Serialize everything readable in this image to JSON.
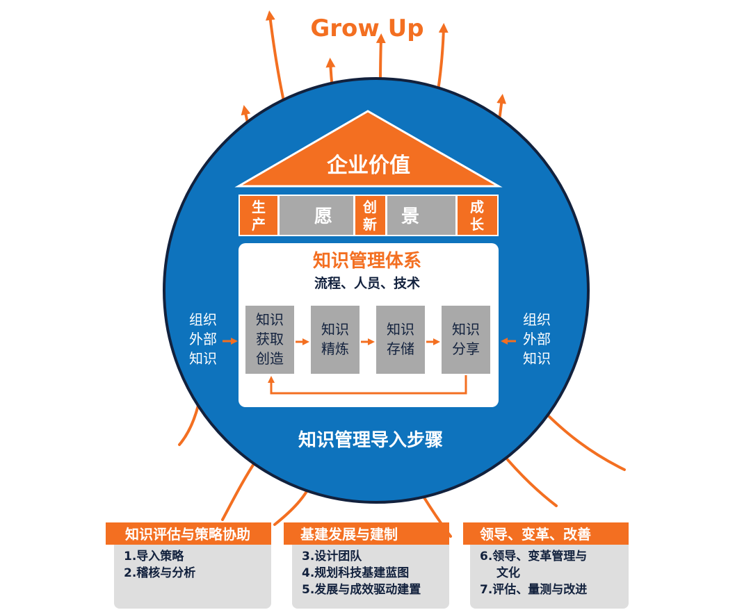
{
  "colors": {
    "orange": "#f36f21",
    "blue": "#0e73bd",
    "navy": "#12213d",
    "gray_block": "#a9a9a9",
    "card_gray": "#dedede",
    "white": "#ffffff"
  },
  "header": {
    "grow_up": "Grow Up"
  },
  "roof": {
    "title": "企业价值"
  },
  "pillars": {
    "left_top": "生",
    "left_bottom": "产",
    "wish": "愿",
    "mid_top": "创",
    "mid_bottom": "新",
    "scene": "景",
    "right_top": "成",
    "right_bottom": "长"
  },
  "km_system": {
    "title": "知识管理体系",
    "subtitle": "流程、人员、技术",
    "steps": [
      {
        "line1": "知识",
        "line2": "获取",
        "line3": "创造"
      },
      {
        "line1": "知识",
        "line2": "精炼"
      },
      {
        "line1": "知识",
        "line2": "存储"
      },
      {
        "line1": "知识",
        "line2": "分享"
      }
    ]
  },
  "external_left": {
    "line1": "组织",
    "line2": "外部",
    "line3": "知识"
  },
  "external_right": {
    "line1": "组织",
    "line2": "外部",
    "line3": "知识"
  },
  "steps_title": "知识管理导入步骤",
  "cards": [
    {
      "header": "知识评估与策略协助",
      "items": [
        "1.导入策略",
        "2.稽核与分析"
      ]
    },
    {
      "header": "基建发展与建制",
      "items": [
        "3.设计团队",
        "4.规划科技基建蓝图",
        "5.发展与成效驱动建置"
      ]
    },
    {
      "header": "领导、变革、改善",
      "items": [
        "6.领导、变革管理与",
        "文化",
        "7.评估、量测与改进"
      ]
    }
  ]
}
